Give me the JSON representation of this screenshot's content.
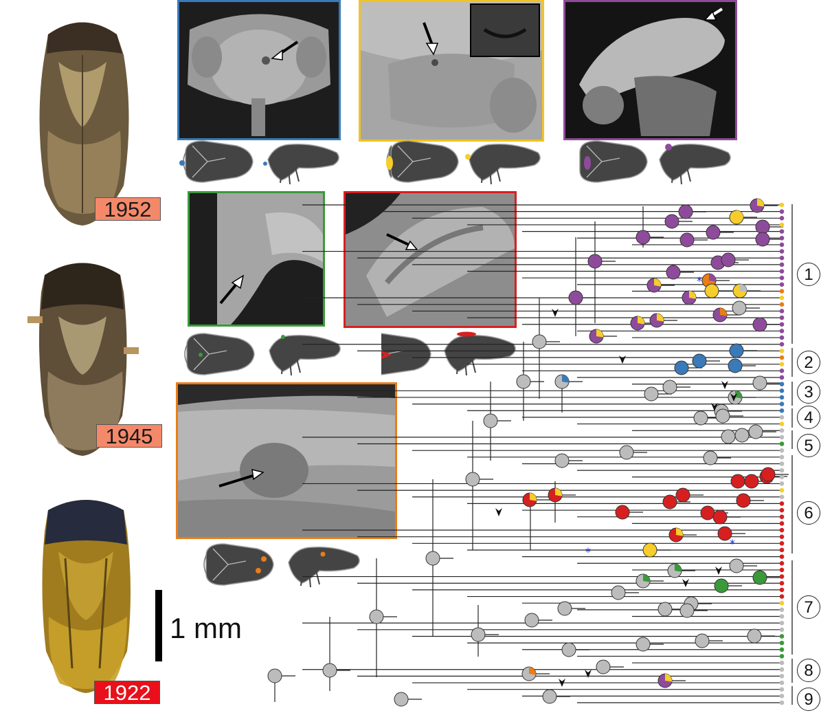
{
  "specimens": [
    {
      "year": "1952",
      "label_color": "#f4896a"
    },
    {
      "year": "1945",
      "label_color": "#f4896a"
    },
    {
      "year": "1922",
      "label_color": "#e8101a"
    }
  ],
  "scale_bar": {
    "label": "1 mm"
  },
  "sem_panels": [
    {
      "id": "face-blue",
      "border_color": "#3a7ab8",
      "view": "frontal head"
    },
    {
      "id": "face-yellow",
      "border_color": "#f2c326",
      "view": "frontal head with inset"
    },
    {
      "id": "pronotum-purple",
      "border_color": "#8e4b9b",
      "view": "lateral pronotum"
    },
    {
      "id": "thorax-green",
      "border_color": "#3a9a3a",
      "view": "lateral thorax"
    },
    {
      "id": "wing-red",
      "border_color": "#d62020",
      "view": "forewing base"
    },
    {
      "id": "wing-orange",
      "border_color": "#ea7d16",
      "view": "forewing patch"
    }
  ],
  "trait_colors": {
    "blue": "#3a7ab8",
    "yellow": "#f6cd2a",
    "purple": "#8e4b9b",
    "green": "#3a9a3a",
    "red": "#d62020",
    "orange": "#ea7d16",
    "gray": "#bcbcbc"
  },
  "clades": [
    "1",
    "2",
    "3",
    "4",
    "5",
    "6",
    "7",
    "8",
    "9"
  ]
}
